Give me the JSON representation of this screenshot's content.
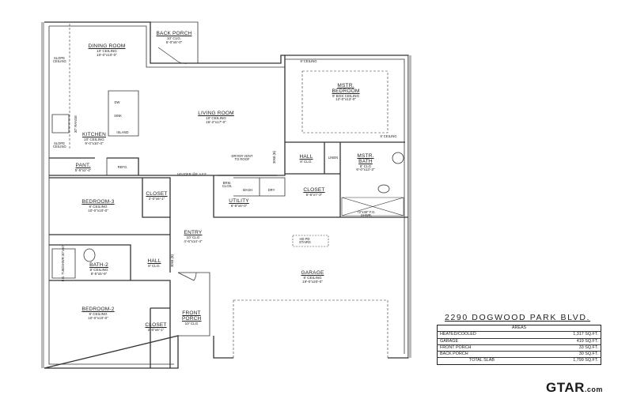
{
  "address": "2290 DOGWOOD PARK BLVD.",
  "areas": {
    "header": "AREAS",
    "rows": [
      {
        "label": "HEATED/COOLED",
        "value": "1,317 SQ.FT."
      },
      {
        "label": "GARAGE",
        "value": "419 SQ.FT."
      },
      {
        "label": "FRONT PORCH",
        "value": "33 SQ.FT."
      },
      {
        "label": "BACK PORCH",
        "value": "30 SQ.FT."
      },
      {
        "label": "TOTAL SLAB",
        "value": "1,799 SQ.FT."
      }
    ]
  },
  "logo": {
    "main": "GTAR",
    "suffix": ".com"
  },
  "rooms": {
    "dining": {
      "name": "DINING ROOM",
      "ceiling": "10' CEILING",
      "size": "10'-0\"x10'-0\""
    },
    "back_porch": {
      "name": "BACK PORCH",
      "ceiling": "10' CLG.",
      "size": "5'-0\"x6'-0\""
    },
    "kitchen": {
      "name": "KITCHEN",
      "ceiling": "10' CEILING",
      "size": "9'-0\"x10'-4\""
    },
    "pantry": {
      "name": "PANT.",
      "size": "5'-5\"x2'-4\""
    },
    "living": {
      "name": "LIVING ROOM",
      "ceiling": "10' CEILING",
      "size": "15'-2\"x17'-0\""
    },
    "master_bedroom": {
      "name": "MSTR. BEDROOM",
      "ceiling": "9' BOX CEILING",
      "size": "12'-0\"x13'-0\""
    },
    "master_hall": {
      "name": "HALL",
      "ceiling": "8' CLG."
    },
    "master_bath": {
      "name": "MSTR. BATH",
      "ceiling": "8' CLG",
      "size": "6'-0\"x13'-3\""
    },
    "master_closet": {
      "name": "CLOSET",
      "size": "5'-6\"x7'-3\""
    },
    "utility": {
      "name": "UTILITY",
      "size": "6'-8\"x6'-0\""
    },
    "bedroom3": {
      "name": "BEDROOM-3",
      "ceiling": "8' CEILING",
      "size": "10'-0\"x10'-0\""
    },
    "closet3": {
      "name": "CLOSET",
      "size": "2'-0\"x6'-1\""
    },
    "entry": {
      "name": "ENTRY",
      "ceiling": "10' CLG",
      "size": "4'-6\"x14'-4\""
    },
    "bath2": {
      "name": "BATH-2",
      "ceiling": "8' CEILING",
      "size": "8'-5\"x5'-6\""
    },
    "hall": {
      "name": "HALL",
      "ceiling": "8' CLG."
    },
    "garage": {
      "name": "GARAGE",
      "ceiling": "8' CEILING",
      "size": "19'-0\"x20'-0\""
    },
    "bedroom2": {
      "name": "BEDROOM-2",
      "ceiling": "8' CEILING",
      "size": "10'-0\"x10'-0\""
    },
    "closet2": {
      "name": "CLOSET",
      "size": "2'-0\"x6'-1\""
    },
    "front_porch": {
      "name": "FRONT PORCH",
      "ceiling": "10' CLG"
    }
  },
  "notes": {
    "slope1": "SLOPE CEILING",
    "slope2": "SLOPE CEILING",
    "range": "30\" RANGE",
    "dw": "DW",
    "sink": "SINK",
    "island": "ISLAND",
    "refg": "REFG.",
    "dryer_vent": "DRYER VENT TO ROOF",
    "header": "HEADER @8' A.F.F.",
    "ceiling_8a": "8' CEILING",
    "ceiling_8b": "8' CEILING",
    "linen": "LINEN",
    "shower": "72\"x36\" F.G. SHWR.",
    "brm_clos": "BRM. CLOS.",
    "wash": "WASH",
    "dry": "DRY",
    "tub": "F.G. TUB/SHWR 30\"x60\"",
    "stairs": "HD PD STAIRS",
    "door1": "3068 (B)",
    "door2": "3068 (B)"
  }
}
